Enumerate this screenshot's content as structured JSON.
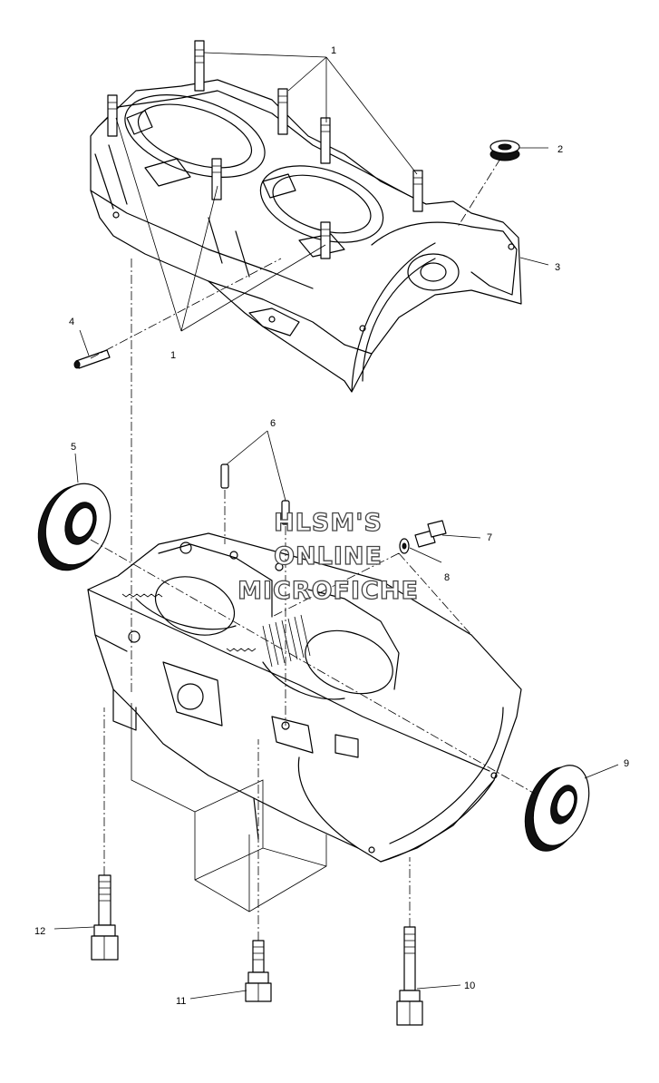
{
  "watermark": {
    "line1": "HLSM'S",
    "line2": "ONLINE",
    "line3": "MICROFICHE"
  },
  "callouts": {
    "c1a": "1",
    "c1b": "1",
    "c2": "2",
    "c3": "3",
    "c4": "4",
    "c5": "5",
    "c6": "6",
    "c7": "7",
    "c8": "8",
    "c9": "9",
    "c10": "10",
    "c11": "11",
    "c12": "12"
  }
}
